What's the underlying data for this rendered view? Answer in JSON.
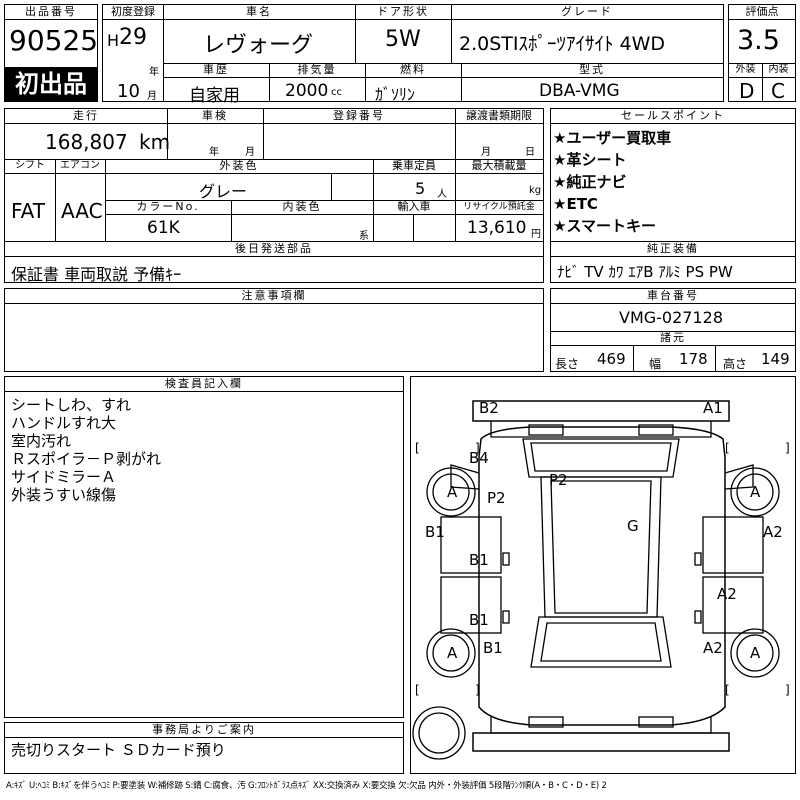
{
  "lot": {
    "header": "出品番号",
    "number": "90525",
    "badge": "初出品"
  },
  "first_reg": {
    "header": "初度登録",
    "era": "H",
    "year": "29",
    "year_unit": "年",
    "month": "10",
    "month_unit": "月"
  },
  "car_name": {
    "header": "車名",
    "value": "レヴォーグ"
  },
  "doors": {
    "header": "ドア形状",
    "value": "5W"
  },
  "grade": {
    "header": "グレード",
    "value": "2.0STIｽﾎﾟｰﾂｱｲｻｲﾄ 4WD"
  },
  "score": {
    "header": "評価点",
    "value": "3.5",
    "ext_header": "外装",
    "int_header": "内装",
    "ext": "D",
    "int": "C"
  },
  "history": {
    "header": "車歴",
    "value": "自家用"
  },
  "displacement": {
    "header": "排気量",
    "value": "2000",
    "unit": "cc"
  },
  "fuel": {
    "header": "燃料",
    "value": "ｶﾞｿﾘﾝ"
  },
  "model_code": {
    "header": "型式",
    "value": "DBA-VMG"
  },
  "mileage": {
    "header": "走行",
    "value": "168,807",
    "unit": "km"
  },
  "inspection": {
    "header": "車検",
    "year_unit": "年",
    "month_unit": "月"
  },
  "reg_no": {
    "header": "登録番号",
    "value": ""
  },
  "transfer": {
    "header": "譲渡書類期限",
    "month_unit": "月",
    "day_unit": "日"
  },
  "shift": {
    "header": "シフト",
    "value": "FAT"
  },
  "aircon": {
    "header": "エアコン",
    "value": "AAC"
  },
  "ext_color": {
    "header": "外装色",
    "value": "グレー"
  },
  "capacity": {
    "header": "乗車定員",
    "value": "5",
    "unit": "人"
  },
  "max_load": {
    "header": "最大積載量",
    "value": "",
    "unit": "kg"
  },
  "color_no": {
    "header": "カラーNo.",
    "value": "61K"
  },
  "int_color": {
    "header": "内装色",
    "suffix": "系"
  },
  "import": {
    "header": "輸入車",
    "value": ""
  },
  "recycle": {
    "header": "リサイクル預託金",
    "value": "13,610",
    "unit": "円"
  },
  "later_parts": {
    "header": "後日発送部品",
    "value": "保証書 車両取説 予備ｷｰ"
  },
  "notes": {
    "header": "注意事項欄",
    "value": ""
  },
  "sales_points": {
    "header": "セールスポイント",
    "items": [
      "★ユーザー買取車",
      "★革シート",
      "★純正ナビ",
      "★ETC",
      "★スマートキー"
    ]
  },
  "equipment": {
    "header": "純正装備",
    "value": "ﾅﾋﾞ TV ｶﾜ ｴｱB ｱﾙﾐ PS PW"
  },
  "chassis": {
    "header": "車台番号",
    "value": "VMG-027128"
  },
  "dims": {
    "header": "諸元",
    "length_label": "長さ",
    "length": "469",
    "width_label": "幅",
    "width": "178",
    "height_label": "高さ",
    "height": "149"
  },
  "inspector": {
    "header": "検査員記入欄",
    "items": [
      "シートしわ、すれ",
      "ハンドルすれ大",
      "室内汚れ",
      "Ｒスポイラ－Ｐ剥がれ",
      "サイドミラーＡ",
      "外装うすい線傷"
    ]
  },
  "office": {
    "header": "事務局よりご案内",
    "value": "売切りスタート ＳＤカード預り"
  },
  "diagram": {
    "labels": {
      "b2": "B2",
      "a1": "A1",
      "b4": "B4",
      "p2_left": "P2",
      "p2_top": "P2",
      "g": "G",
      "b1_left": "B1",
      "b1_a": "B1",
      "b1_b": "B1",
      "b1_c": "B1",
      "a2_right": "A2",
      "a2_mid": "A2",
      "a2_low": "A2"
    },
    "tires": [
      "A",
      "A",
      "A",
      "A"
    ],
    "brackets": [
      "[",
      "]",
      "[",
      "]",
      "[",
      "]",
      "[",
      "]"
    ]
  },
  "footer": "A:ｷｽﾞ U:ﾍｺﾐ B:ｷｽﾞを伴うﾍｺﾐ P:要塗装 W:補修跡 S:錆 C:腐食、汚 G:ﾌﾛﾝﾄｶﾞﾗｽ点ｷｽﾞ XX:交換済み X:要交換 欠:欠品 内外・外装評価 5段階ﾗﾝｸ順(A・B・C・D・E) 2"
}
